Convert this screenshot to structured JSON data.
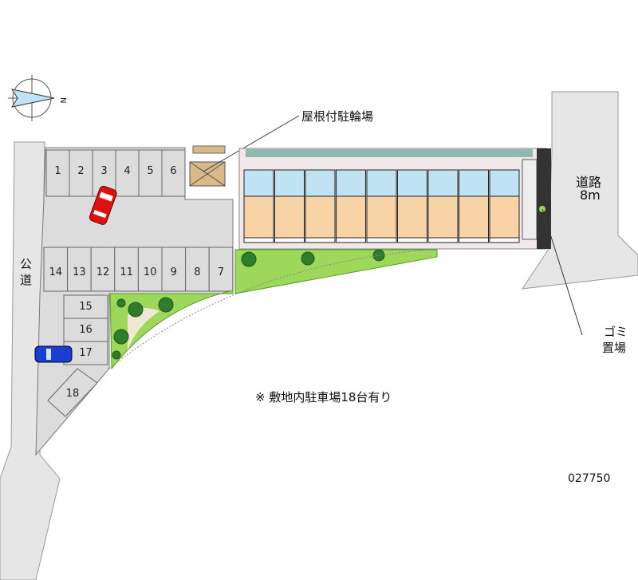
{
  "labels": {
    "bike_parking": "屋根付駐輪場",
    "road_right": "道路",
    "road_right_width": "8m",
    "road_left_1": "公",
    "road_left_2": "道",
    "garbage_1": "ゴミ",
    "garbage_2": "置場",
    "note": "※ 敷地内駐車場18台有り",
    "code": "027750"
  },
  "parking_spaces": {
    "top_row": [
      "1",
      "2",
      "3",
      "4",
      "5",
      "6"
    ],
    "middle_row": [
      "14",
      "13",
      "12",
      "11",
      "10",
      "9",
      "8",
      "7"
    ],
    "column": [
      "15",
      "16",
      "17"
    ],
    "diagonal": [
      "18"
    ]
  },
  "building": {
    "units": 9
  },
  "colors": {
    "lot": "#dcdcdc",
    "road": "#e6e6e6",
    "green": "#9ed85a",
    "unit_floor": "#f8d3a6",
    "unit_wet": "#bfe3f2",
    "car_red": "#e01010",
    "car_blue": "#1a3fd0"
  }
}
